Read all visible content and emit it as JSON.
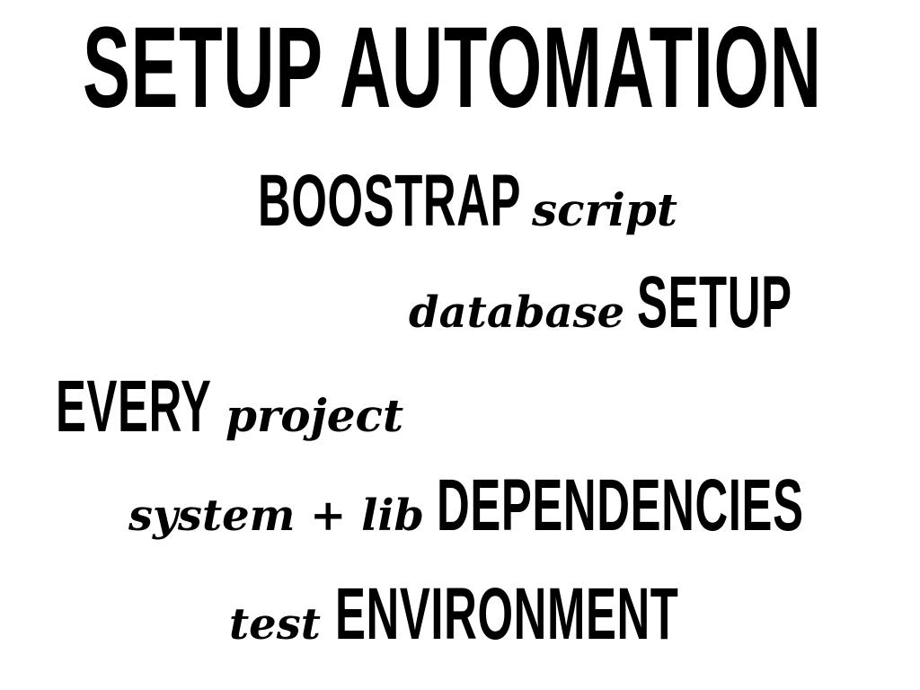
{
  "slide": {
    "title": "SETUP AUTOMATION",
    "lines": [
      {
        "caps": "BOOSTRAP",
        "script": "script"
      },
      {
        "script": "database",
        "caps": "SETUP"
      },
      {
        "caps": "EVERY",
        "script": "project"
      },
      {
        "script": "system + lib",
        "caps": "DEPENDENCIES"
      },
      {
        "script": "test",
        "caps": "ENVIRONMENT"
      }
    ],
    "colors": {
      "text": "#000000",
      "background": "#ffffff"
    }
  }
}
